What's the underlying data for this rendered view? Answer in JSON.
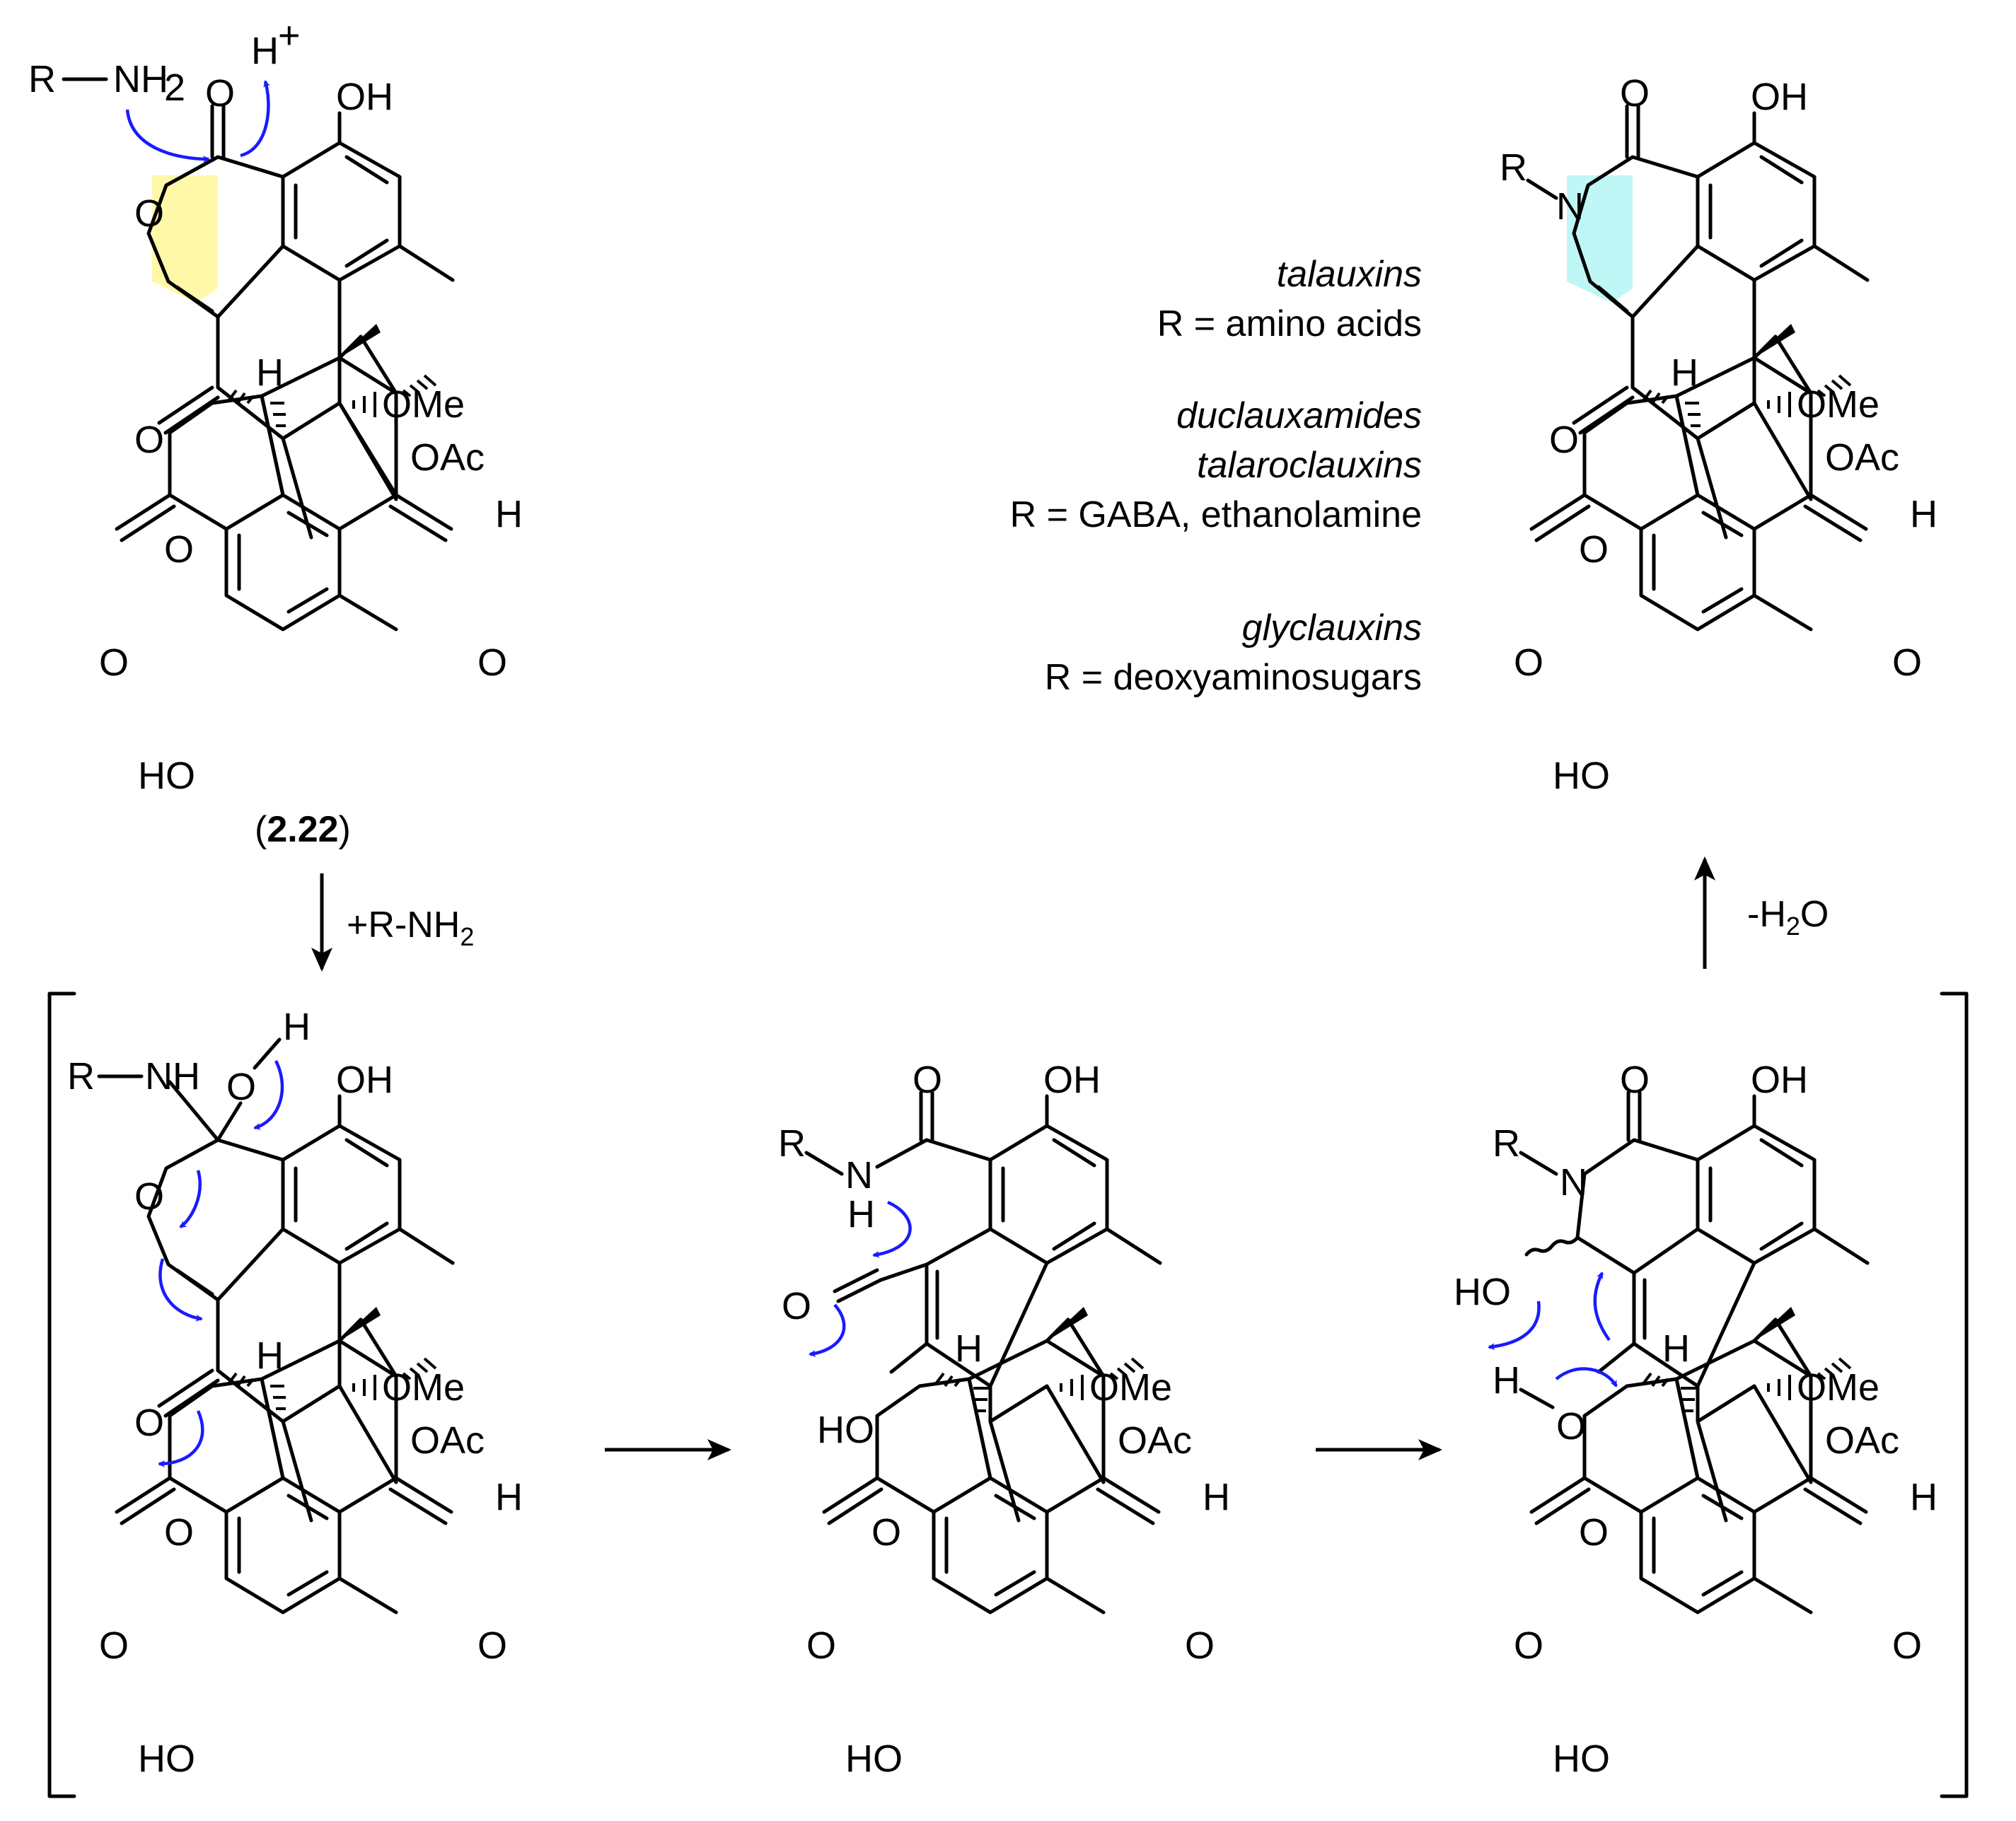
{
  "compound_label": {
    "open": "(",
    "number": "2.22",
    "close": ")"
  },
  "reagent_top": {
    "r": "R",
    "nh2": "NH",
    "sub": "2",
    "h": "H",
    "plus": "+"
  },
  "step1": {
    "prefix": "+R-NH",
    "sub": "2"
  },
  "step_last": {
    "prefix": "-H",
    "sub": "2",
    "suffix": "O"
  },
  "families": [
    {
      "name": "talauxins",
      "desc": "R = amino acids"
    },
    {
      "name": "duclauxamides",
      "name2": "talaroclauxins",
      "desc": "R = GABA, ethanolamine"
    },
    {
      "name": "glyclauxins",
      "desc": "R = deoxyaminosugars"
    }
  ],
  "atoms": {
    "OH": "OH",
    "HO": "HO",
    "O": "O",
    "OMe": "OMe",
    "OAc": "OAc",
    "H": "H",
    "R": "R",
    "N": "N",
    "NH": "NH"
  },
  "colors": {
    "pyranone_fill": "#fff8a8",
    "pyridone_fill": "#bff7f7",
    "arrow_blue": "#1a1aff"
  }
}
